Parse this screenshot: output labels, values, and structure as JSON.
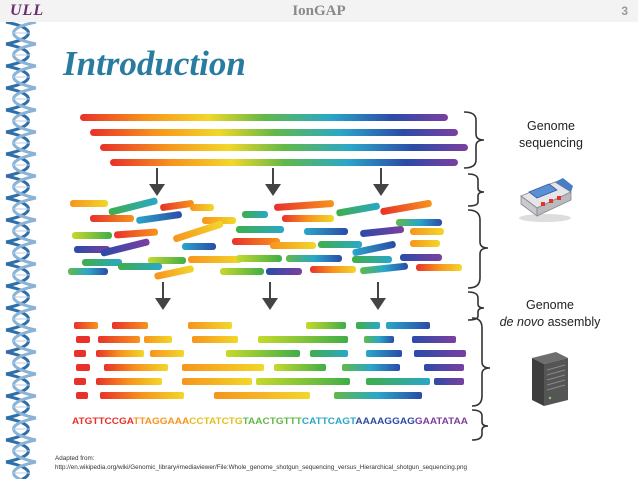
{
  "header": {
    "logo_text": "ULL",
    "title": "IonGAP",
    "page_number": "3"
  },
  "slide": {
    "title": "Introduction",
    "labels": {
      "sequencing_line1": "Genome",
      "sequencing_line2": "sequencing",
      "assembly_line1": "Genome",
      "assembly_italic": "de novo",
      "assembly_rest": " assembly"
    },
    "sequence": "ATGTTCCGATTAGGAAACCTATCTGTAACTGTTTCATTCAGTAAAAGGAGGAATATAA",
    "credit_line1": "Adapted from:",
    "credit_line2": "http://en.wikipedia.org/wiki/Genomic_library#mediaviewer/File:Whole_genome_shotgun_sequencing_versus_Hierarchical_shotgun_sequencing.png"
  },
  "icons": {
    "machine": "sequencer-machine-icon",
    "server": "server-tower-icon"
  },
  "colors": {
    "title": "#2a7ba0",
    "logo": "#6b2a6b",
    "helix_a": "#2f6fa8",
    "helix_b": "#8bb3d6"
  }
}
